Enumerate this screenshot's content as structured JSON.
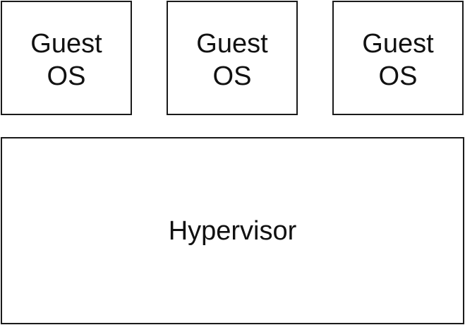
{
  "guests": [
    {
      "line1": "Guest",
      "line2": "OS"
    },
    {
      "line1": "Guest",
      "line2": "OS"
    },
    {
      "line1": "Guest",
      "line2": "OS"
    }
  ],
  "hypervisor": {
    "label": "Hypervisor"
  }
}
